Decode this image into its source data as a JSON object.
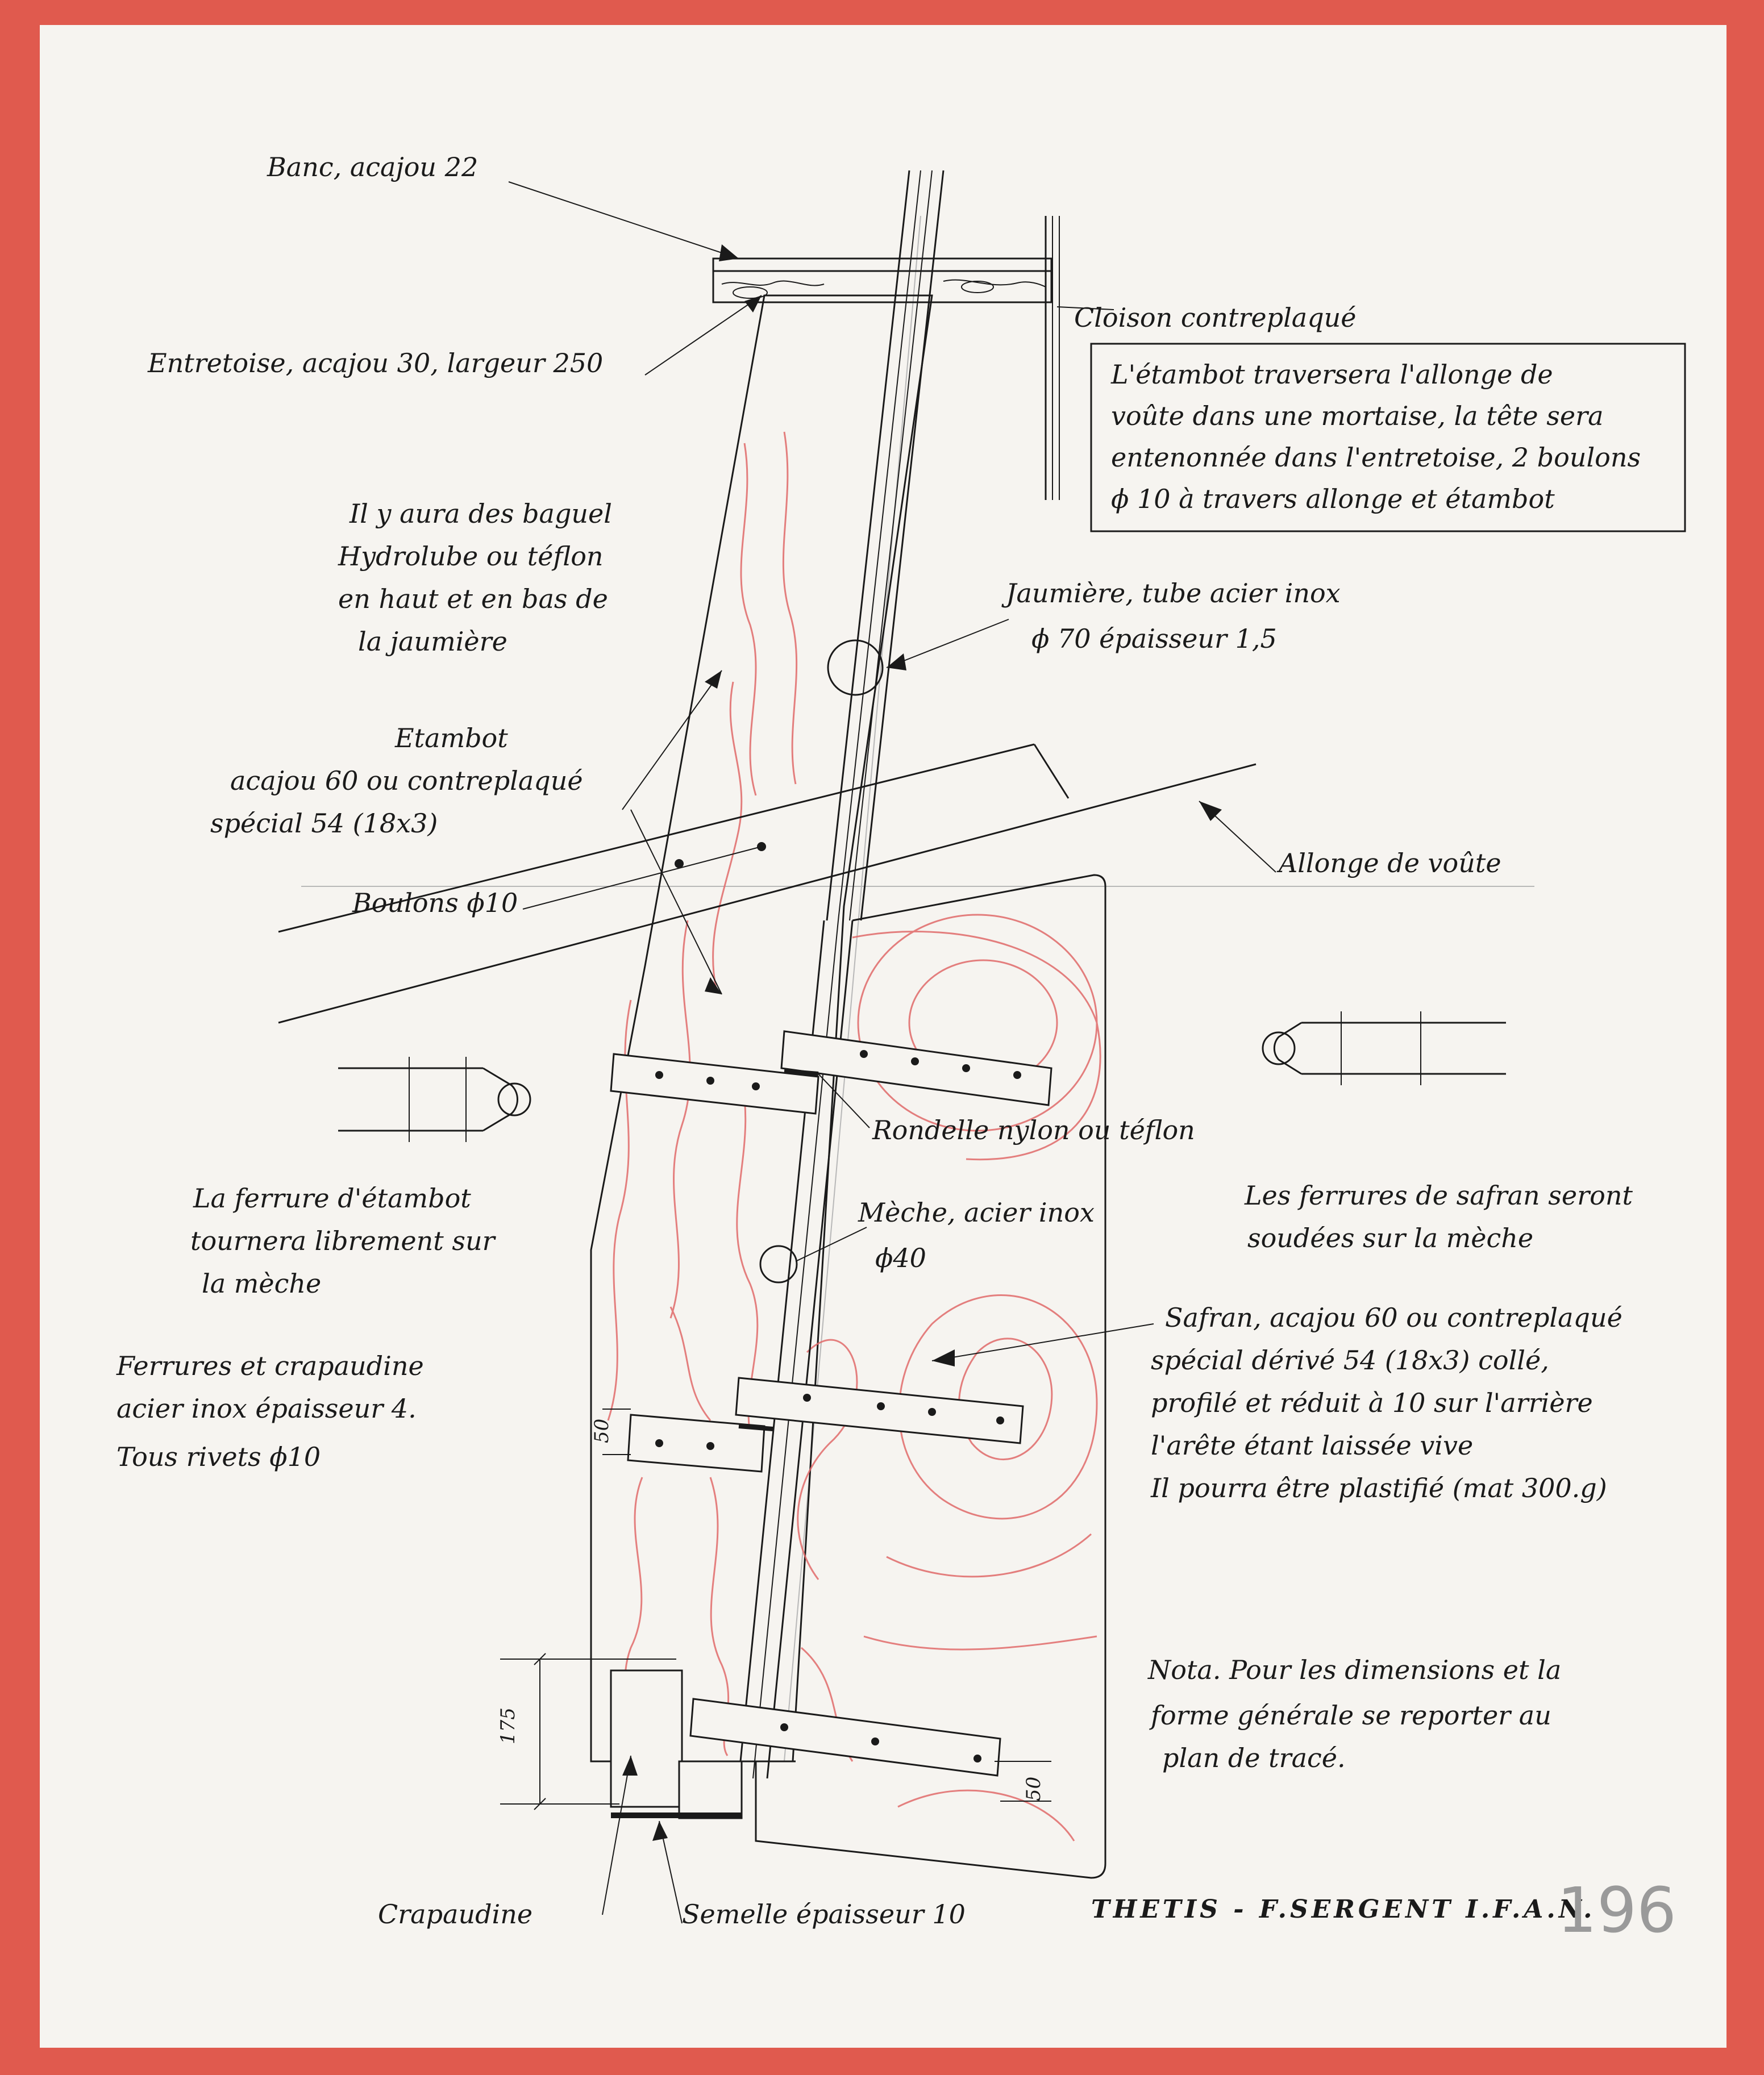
{
  "border_color": "#e05a4e",
  "grain_color": "#e06a6a",
  "labels": {
    "banc": "Banc, acajou 22",
    "entretoise": "Entretoise, acajou 30, largeur 250",
    "cloison": "Cloison contreplaqué",
    "baguet_1": "Il y aura des baguel",
    "baguet_2": "Hydrolube ou téflon",
    "baguet_3": "en haut et en bas de",
    "baguet_4": "la jaumière",
    "jaumiere_1": "Jaumière, tube acier inox",
    "jaumiere_2": "ϕ 70 épaisseur 1,5",
    "etambot_1": "Etambot",
    "etambot_2": "acajou 60 ou contreplaqué",
    "etambot_3": "spécial 54 (18x3)",
    "allonge": "Allonge de voûte",
    "boulons": "Boulons ϕ10",
    "rondelle": "Rondelle nylon ou téflon",
    "ferrure_1": "La ferrure d'étambot",
    "ferrure_2": "tournera librement sur",
    "ferrure_3": "la mèche",
    "meche_1": "Mèche, acier inox",
    "meche_2": "ϕ40",
    "ferrures_safran_1": "Les ferrures de safran seront",
    "ferrures_safran_2": "soudées sur la mèche",
    "safran_1": "Safran, acajou 60 ou contreplaqué",
    "safran_2": "spécial dérivé 54 (18x3) collé,",
    "safran_3": "profilé et réduit à 10 sur l'arrière",
    "safran_4": "l'arête étant laissée vive",
    "safran_5": "Il pourra être plastifié (mat 300.g)",
    "ferrures_crap_1": "Ferrures et crapaudine",
    "ferrures_crap_2": "acier inox épaisseur 4.",
    "rivets": "Tous rivets ϕ10",
    "nota_1": "Nota. Pour les dimensions et la",
    "nota_2": "forme générale se reporter au",
    "nota_3": "plan de tracé.",
    "crapaudine": "Crapaudine",
    "semelle": "Semelle épaisseur 10",
    "title": "THETIS - F.SERGENT I.F.A.N.",
    "sheet_number": "196"
  },
  "box_note": [
    "L'étambot traversera l'allonge de",
    "voûte dans une mortaise, la tête sera",
    "entenonnée dans l'entretoise, 2 boulons",
    "ϕ 10 à travers allonge et étambot"
  ],
  "dimensions": {
    "d50_a": "50",
    "d50_b": "50",
    "d175": "175"
  },
  "icons": [
    "rudder-pintle-left-icon",
    "rudder-pintle-right-icon"
  ]
}
